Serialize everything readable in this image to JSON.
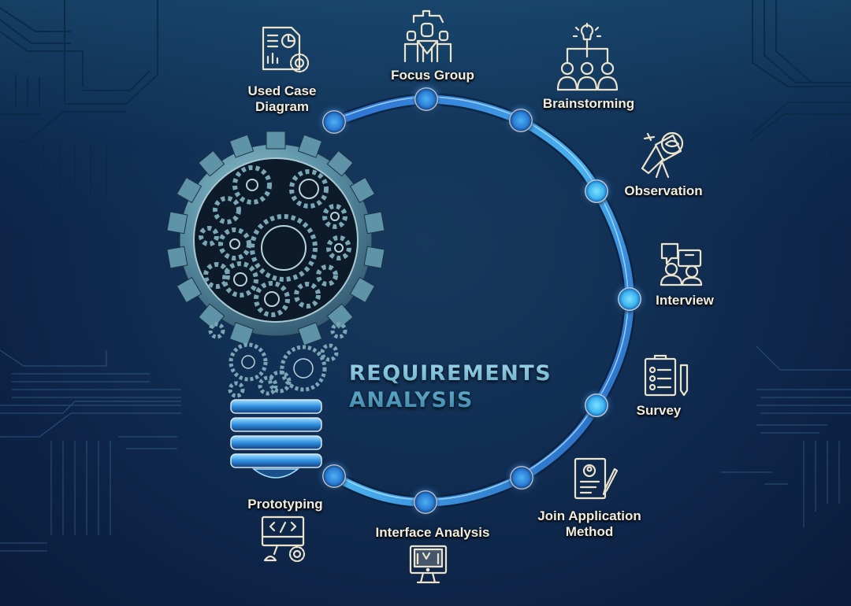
{
  "title": {
    "line1": "REQUIREMENTS",
    "line2": "ANALYSIS"
  },
  "colors": {
    "background": "#0d2447",
    "arc": "#3a8ee6",
    "node_glow": "#4fb0f0",
    "label_text": "#f2ecdc",
    "title_text": "#6fb6d4",
    "gear_metal": "#5f94a8"
  },
  "central_graphic": {
    "icon": "lightbulb-gears-icon"
  },
  "methods": [
    {
      "label_line1": "Used Case",
      "label_line2": "Diagram",
      "icon": "document-chart-gear-icon"
    },
    {
      "label_line1": "Focus Group",
      "label_line2": "",
      "icon": "group-network-icon"
    },
    {
      "label_line1": "Brainstorming",
      "label_line2": "",
      "icon": "team-lightbulb-icon"
    },
    {
      "label_line1": "Observation",
      "label_line2": "",
      "icon": "telescope-eye-icon"
    },
    {
      "label_line1": "Interview",
      "label_line2": "",
      "icon": "chat-people-icon"
    },
    {
      "label_line1": "Survey",
      "label_line2": "",
      "icon": "clipboard-checklist-icon"
    },
    {
      "label_line1": "Join Application",
      "label_line2": "Method",
      "icon": "resume-pen-icon"
    },
    {
      "label_line1": "Interface Analysis",
      "label_line2": "",
      "icon": "monitor-interface-icon"
    },
    {
      "label_line1": "Prototyping",
      "label_line2": "",
      "icon": "monitor-code-gear-icon"
    }
  ]
}
